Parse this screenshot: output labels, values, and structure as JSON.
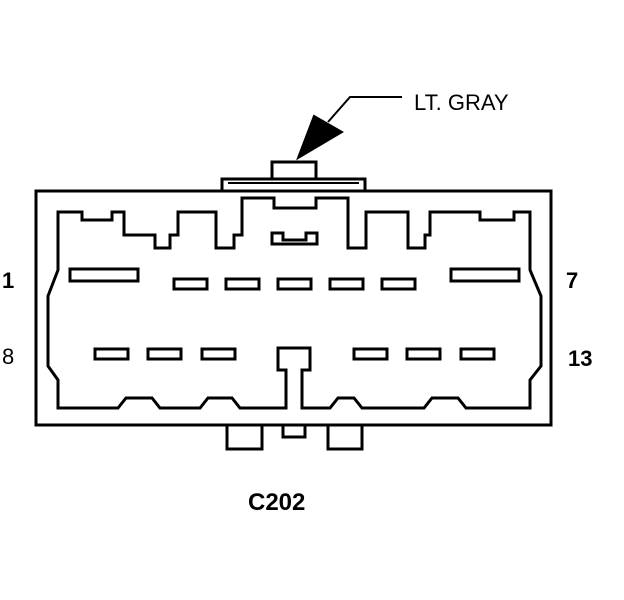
{
  "callout": {
    "text": "LT. GRAY"
  },
  "pins": {
    "top_left": "1",
    "top_right": "7",
    "bottom_left": "8",
    "bottom_right": "13"
  },
  "connector": {
    "id": "C202"
  }
}
